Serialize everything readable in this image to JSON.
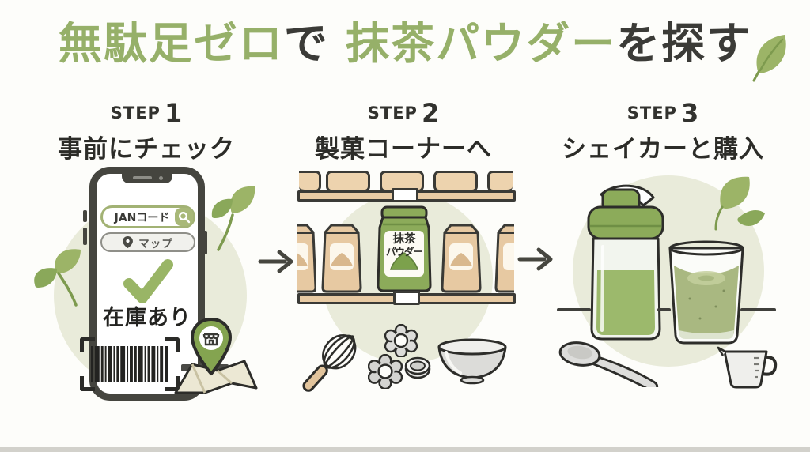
{
  "title": {
    "segments": [
      {
        "text": "無駄足ゼロ",
        "style": "accent"
      },
      {
        "text": "で ",
        "style": "dark"
      },
      {
        "text": "抹茶パウダー",
        "style": "accent"
      },
      {
        "text": "を探す",
        "style": "dark"
      }
    ]
  },
  "steps": [
    {
      "label": "STEP",
      "number": "1",
      "heading": "事前にチェック"
    },
    {
      "label": "STEP",
      "number": "2",
      "heading": "製菓コーナーへ"
    },
    {
      "label": "STEP",
      "number": "3",
      "heading": "シェイカーと購入"
    }
  ],
  "step1": {
    "jan_search_pill": "JANコード",
    "map_pill": "マップ",
    "stock_status": "在庫あり"
  },
  "step2": {
    "matcha_bag_label": [
      "抹茶",
      "パウダー"
    ]
  },
  "icons": {
    "title_leaf": "leaf",
    "search": "magnifier",
    "map_pin": "location-pin",
    "check": "checkmark",
    "barcode": "barcode-scan-frame",
    "store_pin": "store-location-pin",
    "flow_arrow": "right-arrow",
    "whisk": "whisk",
    "cookie_cutters": "cookie-cutters",
    "bowl": "mixing-bowl",
    "shaker": "shaker-bottle",
    "glass": "matcha-drink-glass",
    "spoon": "spoon",
    "measuring_cup": "measuring-cup"
  },
  "colors": {
    "accent_green": "#96b069",
    "dark_text": "#3b3b37",
    "leaf_green": "#9cb467",
    "circle_bg": "#e9ebda",
    "bag_tan": "#e7c9a2",
    "shelf_tan": "#e8cba4",
    "matcha_green": "#8cab5a",
    "liquid_green": "#9cb96c",
    "outline_dark": "#3a3a36"
  }
}
